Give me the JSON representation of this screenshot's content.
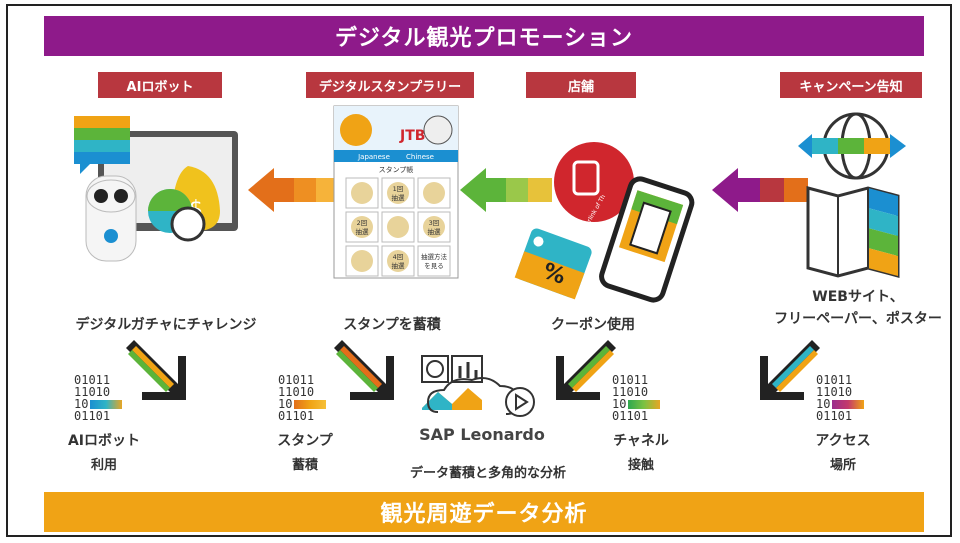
{
  "header": {
    "title": "デジタル観光プロモーション"
  },
  "footer": {
    "title": "観光周遊データ分析"
  },
  "categories": [
    {
      "label": "AIロボット"
    },
    {
      "label": "デジタルスタンプラリー"
    },
    {
      "label": "店舗"
    },
    {
      "label": "キャンペーン告知"
    }
  ],
  "stamp_app": {
    "lang_left": "Japanese",
    "lang_right": "Chinese",
    "title": "スタンプ帳",
    "cells": [
      "",
      "1回\n抽選",
      "",
      "2回\n抽選",
      "",
      "3回\n抽選",
      "",
      "4回\n抽選",
      "抽選方法\nを見る"
    ]
  },
  "store": {
    "brand": "JTB",
    "stamp_ring_text": "Hyperlink of Th",
    "coupon_symbol": "%"
  },
  "actions": {
    "robot": "デジタルガチャにチャレンジ",
    "stamp": "スタンプを蓄積",
    "store": "クーポン使用",
    "campaign_line1": "WEBサイト、",
    "campaign_line2": "フリーペーパー、ポスター"
  },
  "data_blocks": [
    {
      "bits": [
        "01011",
        "11010",
        "10",
        "01101"
      ],
      "label_line1": "AIロボット",
      "label_line2": "利用",
      "bar_colors": [
        "#1b8fd1",
        "#2fb4c6",
        "#e7a625"
      ]
    },
    {
      "bits": [
        "01011",
        "11010",
        "10",
        "01101"
      ],
      "label_line1": "スタンプ",
      "label_line2": "蓄積",
      "bar_colors": [
        "#e36f1a",
        "#f0a315",
        "#f6c038"
      ]
    },
    {
      "bits": [
        "01011",
        "11010",
        "10",
        "01101"
      ],
      "label_line1": "チャネル",
      "label_line2": "接触",
      "bar_colors": [
        "#2fa84f",
        "#7cc242",
        "#e7a625"
      ]
    },
    {
      "bits": [
        "01011",
        "11010",
        "10",
        "01101"
      ],
      "label_line1": "アクセス",
      "label_line2": "場所",
      "bar_colors": [
        "#9b2d8d",
        "#c33a6b",
        "#f0a315"
      ]
    }
  ],
  "center": {
    "name": "SAP Leonardo",
    "caption": "データ蓄積と多角的な分析"
  },
  "colors": {
    "purple": "#8e1a8a",
    "orange_banner": "#f0a315",
    "tag_red": "#b8373f",
    "arrow_orange": "#e36f1a",
    "arrow_green": "#5cb43a",
    "arrow_purple": "#8e1a8a",
    "blue": "#1b8fd1",
    "teal": "#2fb4c6",
    "yellow": "#f0c21d"
  }
}
